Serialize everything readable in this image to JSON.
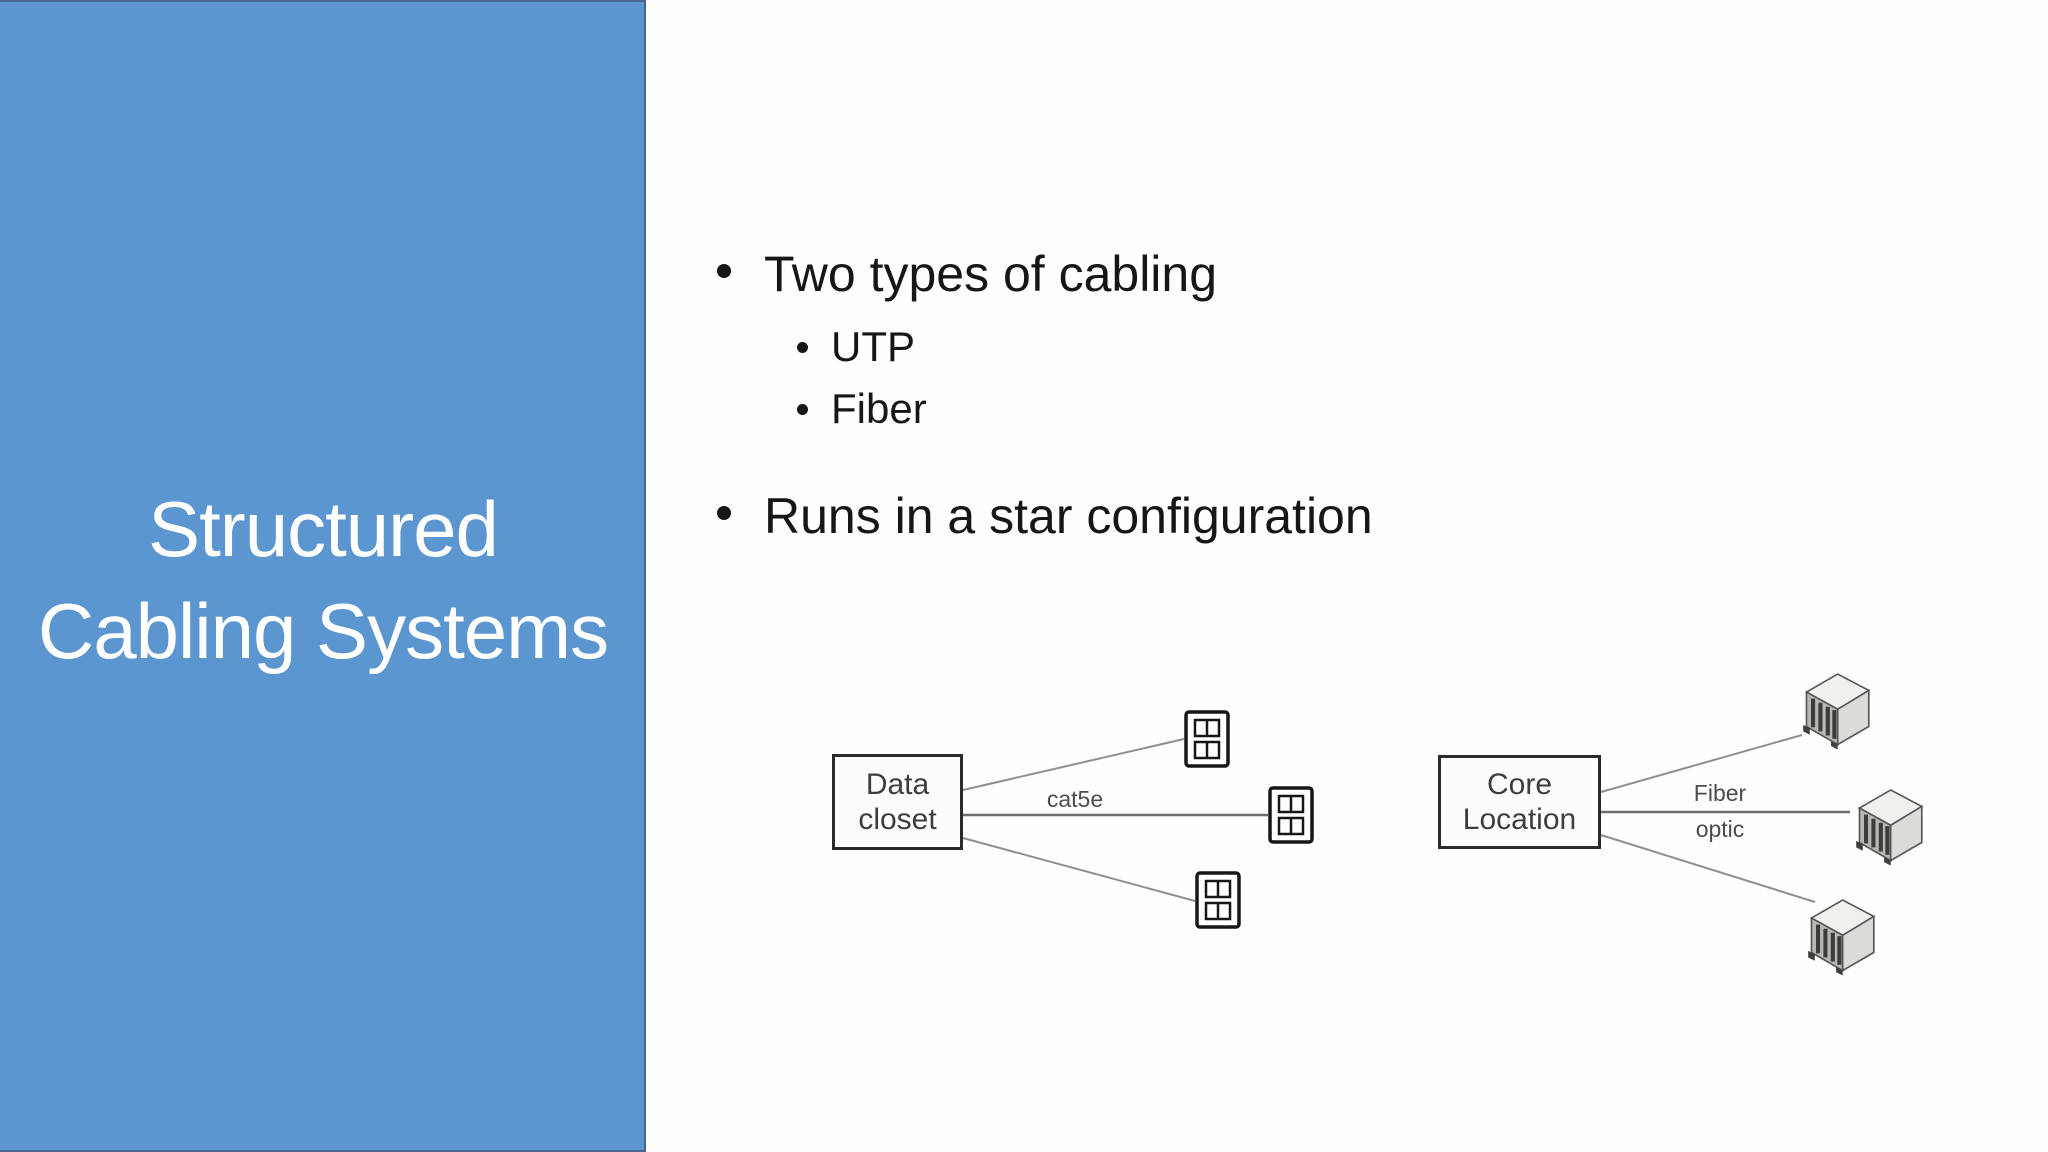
{
  "slide": {
    "panel": {
      "title_line1": "Structured",
      "title_line2": "Cabling Systems",
      "bg_color": "#5b96d1",
      "border_color": "#4a688f",
      "text_color": "#ffffff"
    },
    "bullets": {
      "item1": "Two types of cabling",
      "sub1": "UTP",
      "sub2": "Fiber",
      "item2": "Runs in a star configuration"
    },
    "diagram": {
      "left_hub_line1": "Data",
      "left_hub_line2": "closet",
      "left_cable_label": "cat5e",
      "right_hub_line1": "Core",
      "right_hub_line2": "Location",
      "right_cable_label_line1": "Fiber",
      "right_cable_label_line2": "optic",
      "line_color": "#8f8f8f"
    }
  }
}
